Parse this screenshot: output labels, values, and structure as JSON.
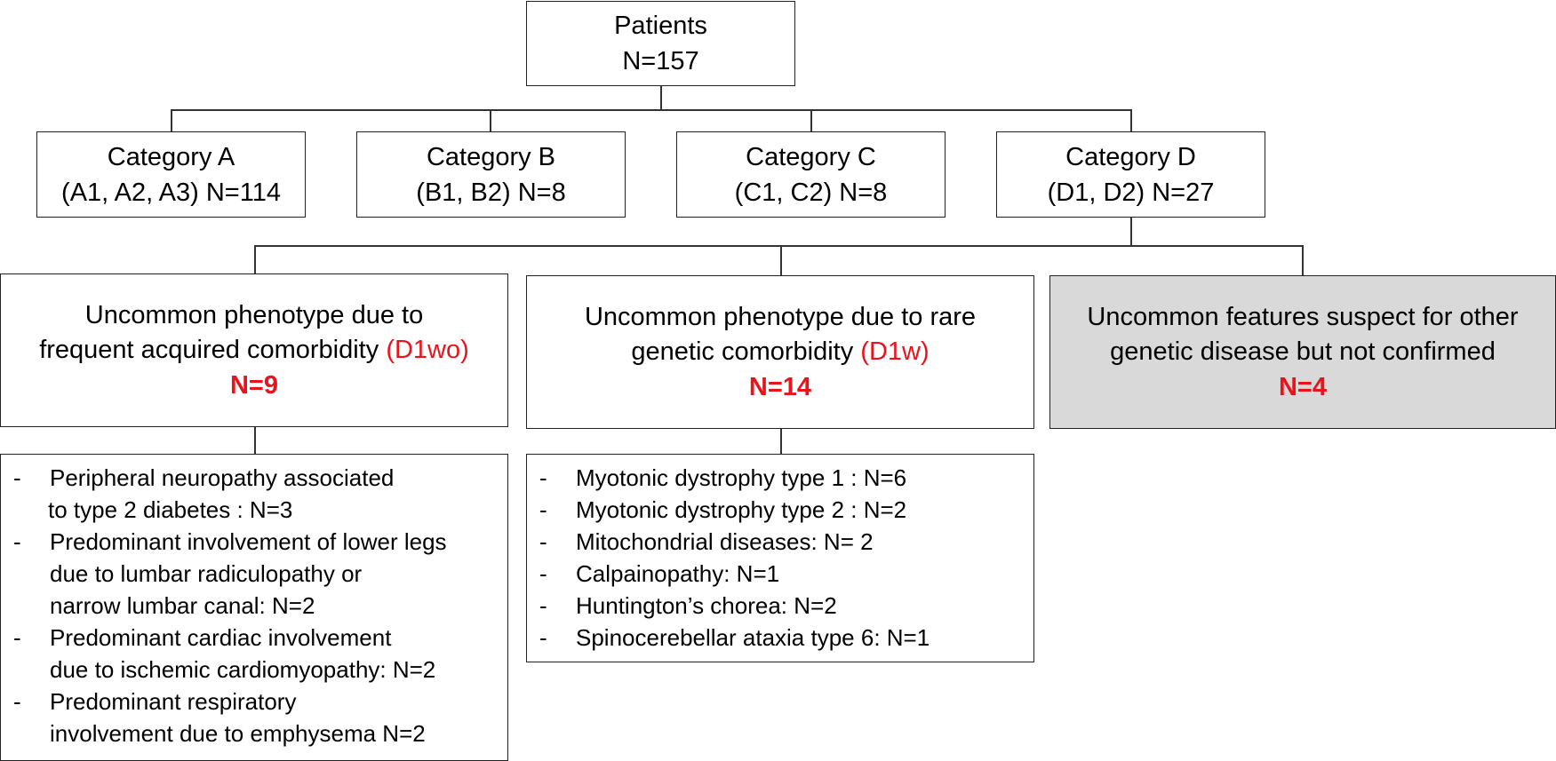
{
  "root": {
    "title": "Patients",
    "n": "N=157"
  },
  "categories": [
    {
      "title": "Category A",
      "sub": "(A1, A2, A3) N=114"
    },
    {
      "title": "Category B",
      "sub": "(B1, B2) N=8"
    },
    {
      "title": "Category C",
      "sub": "(C1, C2) N=8"
    },
    {
      "title": "Category D",
      "sub": "(D1, D2) N=27"
    }
  ],
  "d_children": [
    {
      "line1": "Uncommon phenotype due to",
      "line2": "frequent acquired comorbidity ",
      "tag": "(D1wo)",
      "n": "N=9"
    },
    {
      "line1": "Uncommon phenotype due to rare",
      "line2": "genetic comorbidity ",
      "tag": "(D1w)",
      "n": "N=14"
    },
    {
      "line1": "Uncommon features suspect for other",
      "line2": "genetic disease but not confirmed",
      "n": "N=4"
    }
  ],
  "acquired_list": [
    {
      "dash": "-",
      "l1": "Peripheral neuropathy associated",
      "l2": "to type 2 diabetes : N=3"
    },
    {
      "dash": "-",
      "l1": "Predominant involvement of lower legs",
      "l2": "due to lumbar radiculopathy or",
      "l3": "narrow lumbar canal: N=2"
    },
    {
      "dash": "-",
      "l1": "Predominant cardiac involvement",
      "l2": "due to ischemic cardiomyopathy: N=2"
    },
    {
      "dash": "-",
      "l1": "Predominant respiratory",
      "l2": "involvement due to emphysema N=2"
    }
  ],
  "genetic_list": [
    {
      "dash": "-",
      "l1": "Myotonic dystrophy type 1 : N=6"
    },
    {
      "dash": "-",
      "l1": "Myotonic dystrophy type 2 : N=2"
    },
    {
      "dash": "-",
      "l1": "Mitochondrial diseases: N= 2"
    },
    {
      "dash": "-",
      "l1": "Calpainopathy: N=1"
    },
    {
      "dash": "-",
      "l1": "Huntington’s chorea: N=2"
    },
    {
      "dash": "-",
      "l1": "Spinocerebellar ataxia type 6: N=1"
    }
  ],
  "colors": {
    "accent_red": "#e8141c",
    "grey_fill": "#d9d9d9",
    "line": "#333333"
  }
}
